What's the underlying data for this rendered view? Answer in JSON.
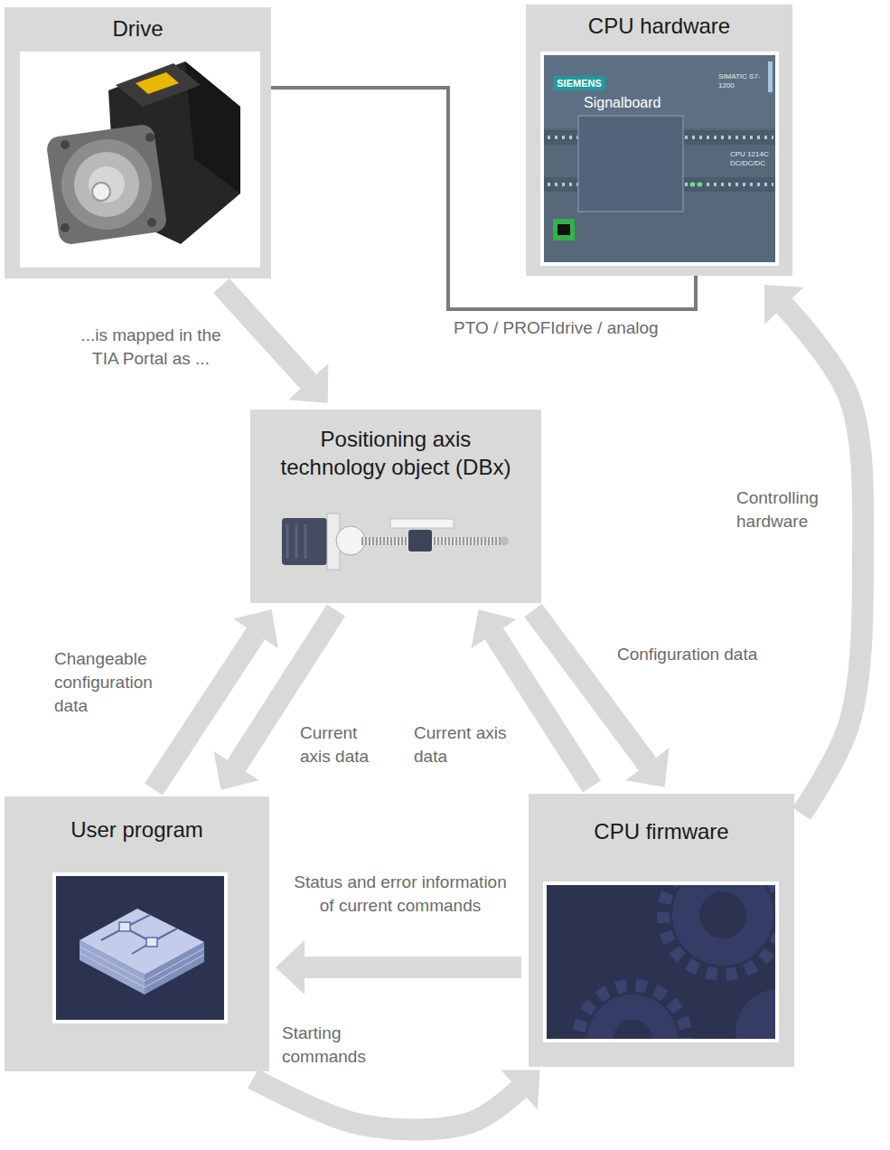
{
  "diagram": {
    "nodes": [
      {
        "text": [
          "Drive"
        ]
      },
      {
        "text": [
          "CPU hardware"
        ]
      },
      {
        "text": [
          "Positioning axis technology object (DBx)"
        ]
      },
      {
        "text": [
          "User program"
        ]
      },
      {
        "text": [
          "CPU firmware"
        ]
      }
    ],
    "edges": [
      {
        "from": 0,
        "to": 2,
        "arrow": "to",
        "label": "...is mapped in the TIA Portal as ..."
      },
      {
        "from": 0,
        "to": 1,
        "arrow": "none",
        "label": "PTO / PROFIdrive / analog"
      },
      {
        "from": 3,
        "to": 2,
        "arrow": "to",
        "label": "Changeable configuration data"
      },
      {
        "from": 2,
        "to": 3,
        "arrow": "to",
        "label": "Current axis data"
      },
      {
        "from": 4,
        "to": 2,
        "arrow": "to",
        "label": "Current axis data"
      },
      {
        "from": 2,
        "to": 4,
        "arrow": "to",
        "label": "Configuration data"
      },
      {
        "from": 4,
        "to": 3,
        "arrow": "to",
        "label": "Status and error information of current commands"
      },
      {
        "from": 3,
        "to": 4,
        "arrow": "to",
        "label": "Starting commands"
      },
      {
        "from": 4,
        "to": 1,
        "arrow": "to",
        "label": "Controlling hardware"
      }
    ],
    "labels": [
      "SIEMENS",
      "Signalboard",
      "SIMATIC S7-1200",
      "CPU 1214C DC/DC/DC"
    ]
  }
}
